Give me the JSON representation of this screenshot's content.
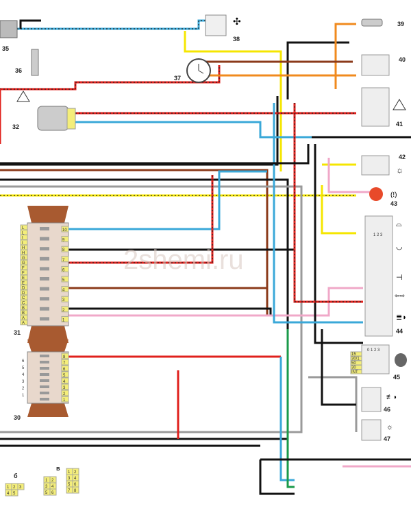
{
  "watermark": "2shemi.ru",
  "components": {
    "c30": "30",
    "c31": "31",
    "c32": "32",
    "c35": "35",
    "c36": "36",
    "c37": "37",
    "c38": "38",
    "c39": "39",
    "c40": "40",
    "c41": "41",
    "c42": "42",
    "c43": "43",
    "c44": "44",
    "c45": "45",
    "c46": "46",
    "c47": "47"
  },
  "fuse_block_31": {
    "left_pins": [
      "L",
      "L",
      "I",
      "I",
      "H",
      "H",
      "G",
      "G",
      "F",
      "F",
      "E",
      "E",
      "D",
      "D",
      "C",
      "C",
      "B",
      "B",
      "A",
      "A"
    ],
    "right_pins": [
      "10",
      "9",
      "8",
      "7",
      "6",
      "5",
      "4",
      "3",
      "2",
      "1"
    ]
  },
  "fuse_block_30": {
    "right_pins": [
      "8",
      "7",
      "6",
      "5",
      "4",
      "3",
      "2",
      "1"
    ],
    "left_pins": [
      "6",
      "5",
      "4",
      "3",
      "2",
      "1"
    ]
  },
  "ignition_switch_45": {
    "positions": "0 1 2 3",
    "pins": [
      "15",
      "30/1",
      "50",
      "30",
      "INT"
    ]
  },
  "switch_block_44": {
    "positions": "1 2 3"
  },
  "connector_views": {
    "label_b": "б",
    "label_v": "в",
    "b_pins": [
      "1",
      "2",
      "3",
      "4",
      "5"
    ],
    "v1_pins": [
      "1",
      "2",
      "3",
      "4",
      "5",
      "6"
    ],
    "v2_pins": [
      "1",
      "2",
      "3",
      "4",
      "5",
      "6",
      "7",
      "8"
    ]
  },
  "colors": {
    "red": "#e0201c",
    "yellow": "#f5e600",
    "blue": "#3aa8d8",
    "black": "#111111",
    "brown": "#8b3a1a",
    "orange": "#f08a1e",
    "pink": "#f0a8c8",
    "green": "#1a9a4a",
    "gray": "#9a9a9a",
    "connector": "#f4ee7a",
    "fuse_body": "#e8d8cc",
    "fuse_ear": "#a85a30"
  }
}
